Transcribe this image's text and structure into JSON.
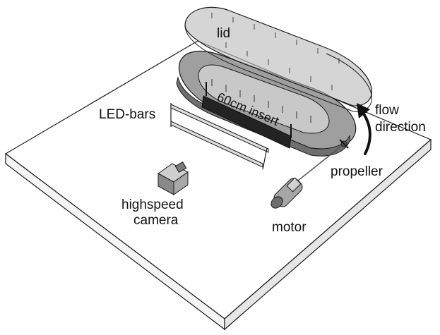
{
  "labels": {
    "lid": "lid",
    "insert": "60cm insert",
    "led_bars": "LED-bars",
    "flow_line1": "flow",
    "flow_line2": "direction",
    "propeller": "propeller",
    "camera_line1": "highspeed",
    "camera_line2": "camera",
    "motor": "motor"
  },
  "colors": {
    "outline": "#1a1a1a",
    "lid_fill": "#b9b9b9",
    "channel_fill": "#8e8e8e",
    "insert_fill": "#232323",
    "table_fill": "#ffffff",
    "camera_fill": "#9d9d9d",
    "motor_fill": "#a6a6a6"
  }
}
